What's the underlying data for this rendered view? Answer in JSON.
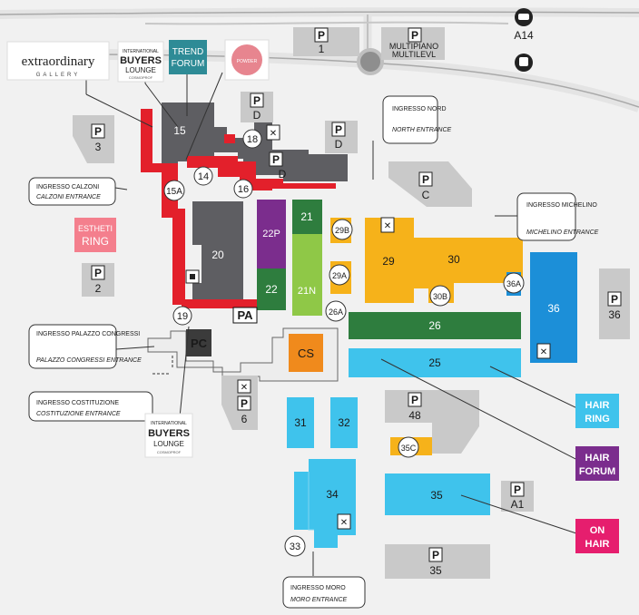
{
  "colors": {
    "background": "#f1f1f1",
    "building_gray": "#5e5e62",
    "parking_gray": "#c9c9c9",
    "red": "#e3202b",
    "purple": "#7b2d8d",
    "dark_green": "#2e7d3e",
    "light_green": "#8fc847",
    "yellow": "#f6b21a",
    "orange": "#f08a1c",
    "cyan": "#3fc3ec",
    "blue": "#1c8fd8",
    "road": "#e6e6e6",
    "road_line": "#9a9a9a"
  },
  "parking": {
    "p1": "1",
    "pMulti": "MULTIPIANO",
    "pMulti2": "MULTILEVL",
    "p3": "3",
    "pD": "D",
    "pC": "C",
    "p2": "2",
    "p36": "36",
    "p6": "6",
    "p48": "48",
    "pA1": "A1",
    "p35": "35",
    "letter": "P"
  },
  "highway": {
    "a14": "A14"
  },
  "halls": {
    "h15": "15",
    "h15a": "15A",
    "h14": "14",
    "h16": "16",
    "h18": "18",
    "h20": "20",
    "h19": "19",
    "h22p": "22P",
    "h22": "22",
    "h21": "21",
    "h21n": "21N",
    "h29b": "29B",
    "h29a": "29A",
    "h26a": "26A",
    "h29": "29",
    "h30": "30",
    "h30b": "30B",
    "h36a": "36A",
    "h36": "36",
    "h26": "26",
    "h25": "25",
    "h31": "31",
    "h32": "32",
    "h35c": "35C",
    "h34": "34",
    "h35": "35",
    "h33": "33",
    "pa": "PA",
    "pc": "PC",
    "cs": "CS"
  },
  "entrances": {
    "nord_it": "INGRESSO NORD",
    "nord_en": "NORTH ENTRANCE",
    "calzoni_it": "INGRESSO CALZONI",
    "calzoni_en": "CALZONI ENTRANCE",
    "michelino_it": "INGRESSO MICHELINO",
    "michelino_en": "MICHELINO ENTRANCE",
    "palazzo_it": "INGRESSO PALAZZO CONGRESSI",
    "palazzo_en": "PALAZZO CONGRESSI ENTRANCE",
    "costituzione_it": "INGRESSO COSTITUZIONE",
    "costituzione_en": "COSTITUZIONE ENTRANCE",
    "moro_it": "INGRESSO MORO",
    "moro_en": "MORO ENTRANCE"
  },
  "logos": {
    "extraordinary": "extraordinary",
    "gallery": "GALLERY",
    "buyers_top": "INTERNATIONAL",
    "buyers_mid": "BUYERS",
    "buyers_bot": "LOUNGE",
    "buyers_foot": "COSMOPROF",
    "trend1": "TREND",
    "trend2": "FORUM",
    "pinkheart": "POWDER",
    "esthetic1": "ESTHETI",
    "esthetic2": "RING",
    "hairring1": "HAIR",
    "hairring2": "RING",
    "hairforum1": "HAIR",
    "hairforum2": "FORUM",
    "onhair1": "ON",
    "onhair2": "HAIR"
  }
}
